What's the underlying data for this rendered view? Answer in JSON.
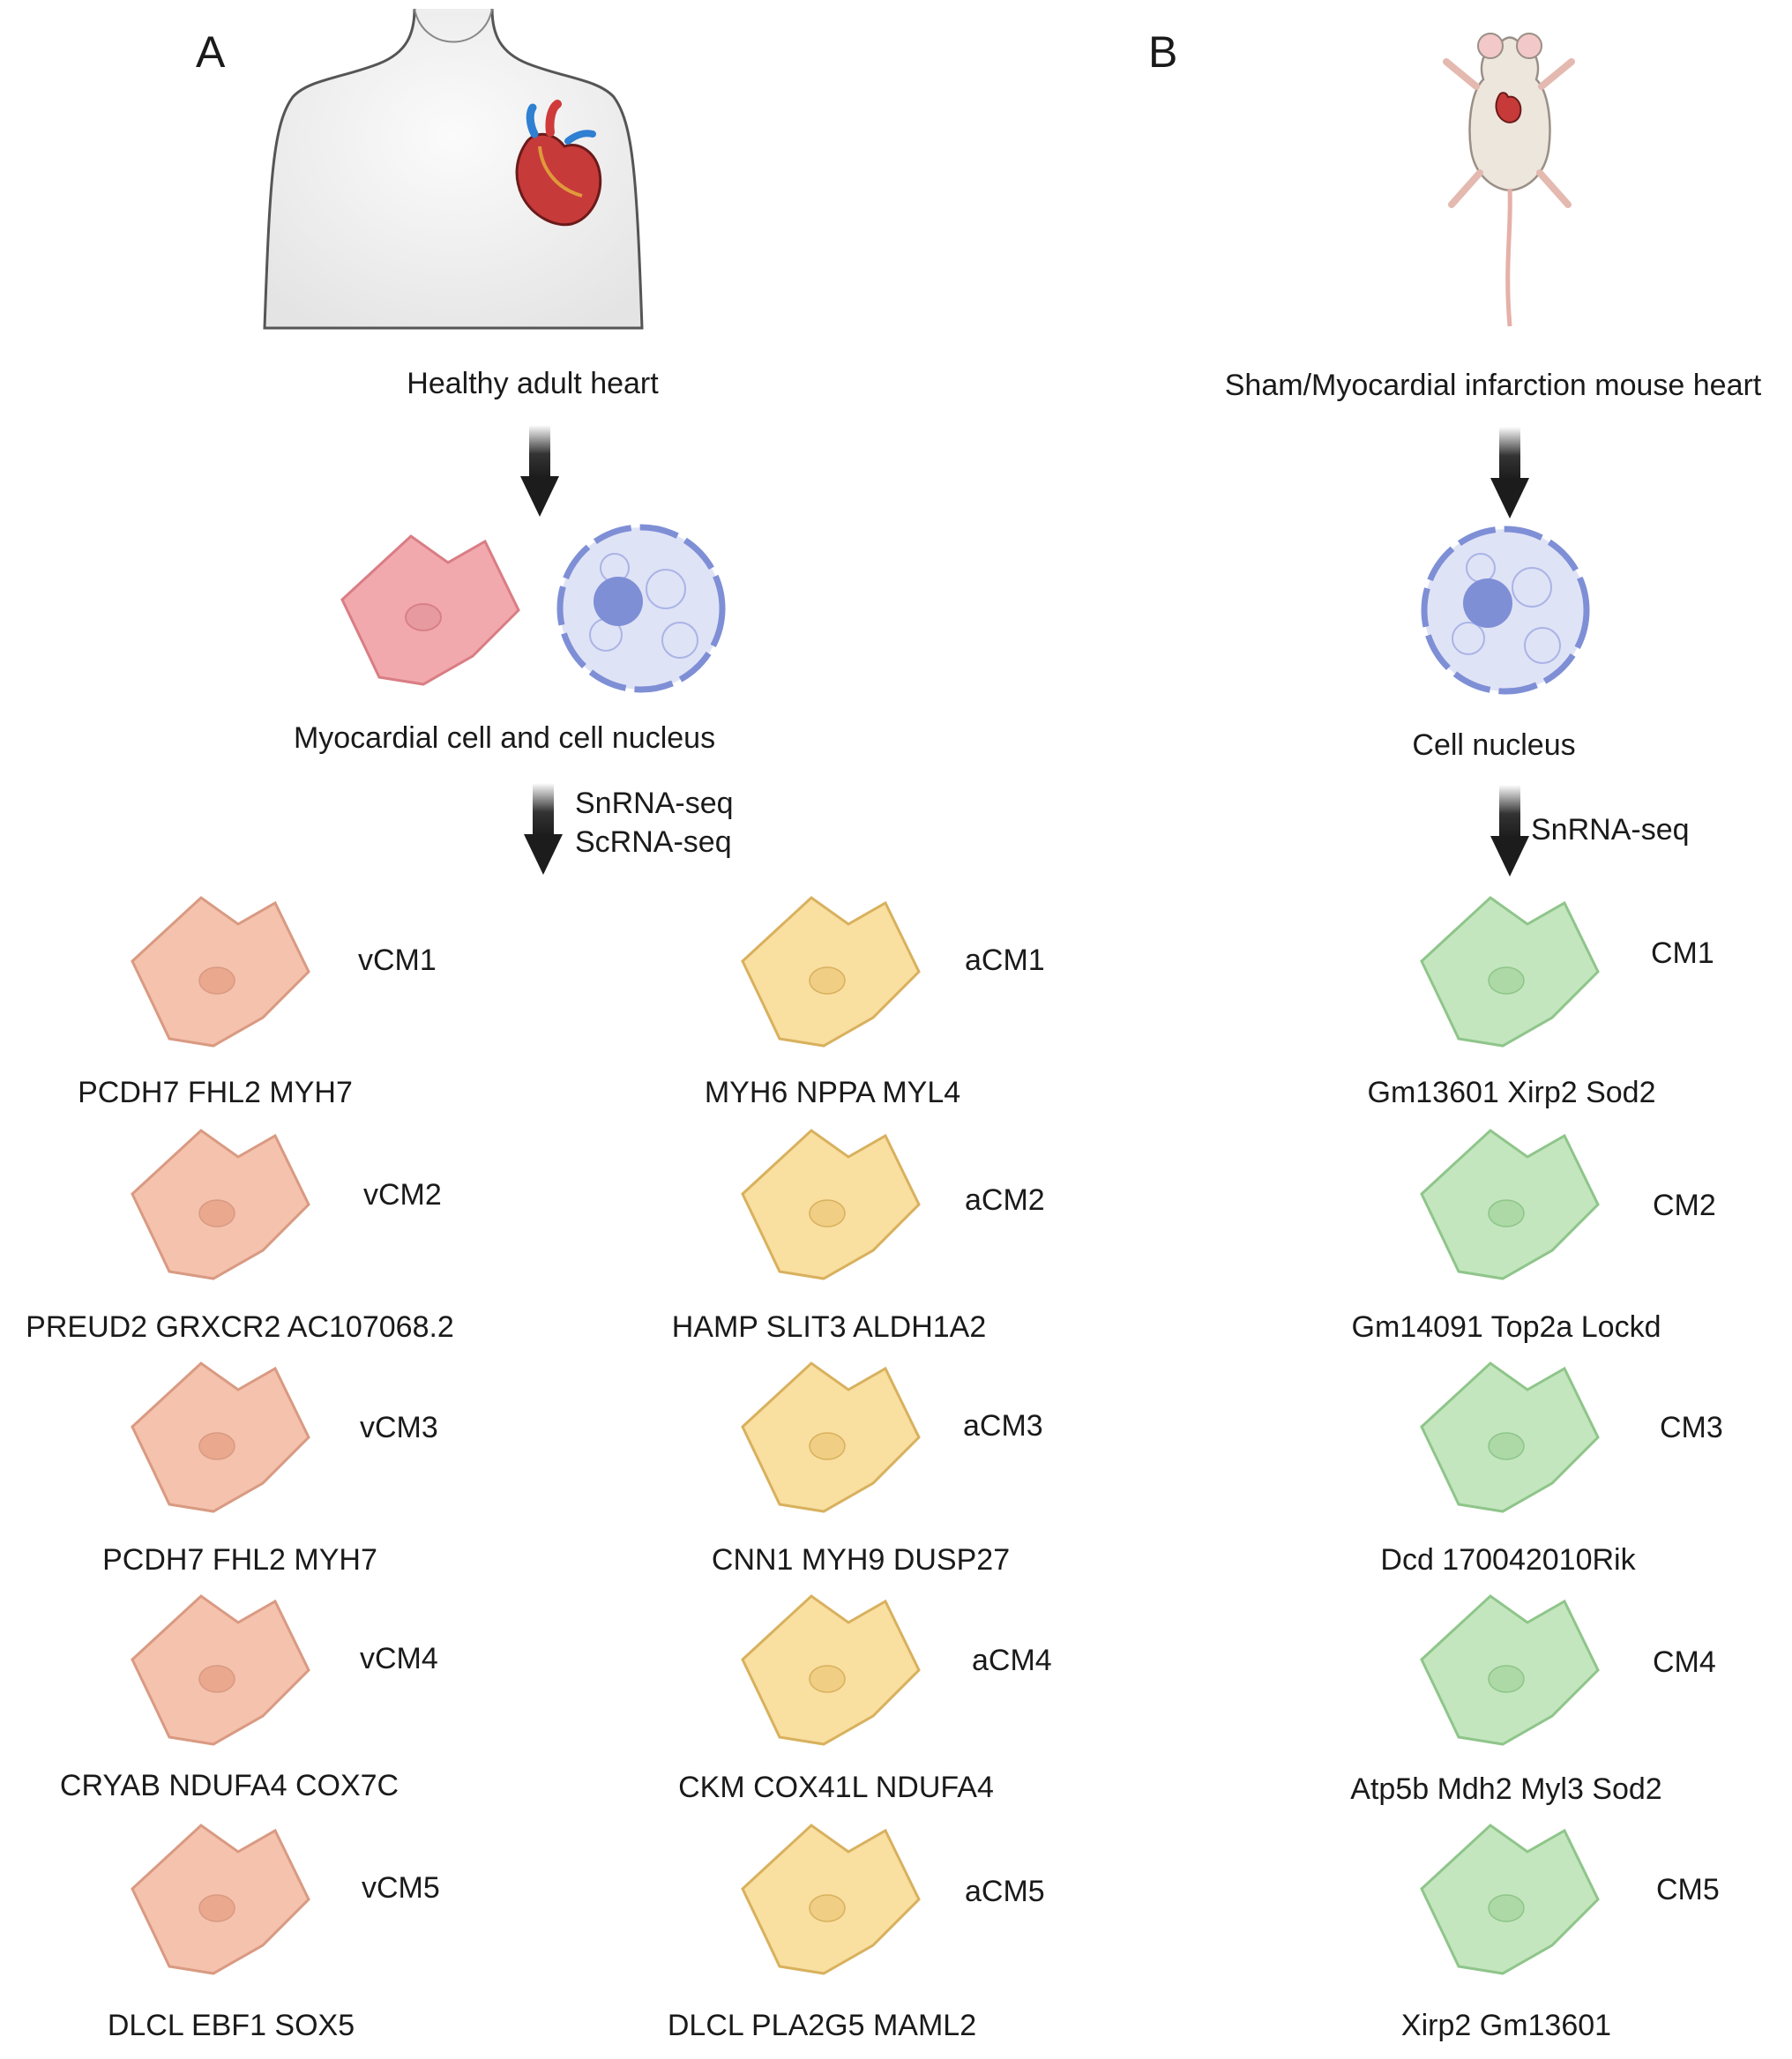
{
  "panels": {
    "a": {
      "letter": "A",
      "subject": "Healthy adult heart",
      "cells": "Myocardial cell and cell nucleus",
      "methods": [
        "SnRNA-seq",
        "ScRNA-seq"
      ],
      "clusters": [
        {
          "id": "vCM1",
          "genes": "PCDH7 FHL2 MYH7"
        },
        {
          "id": "vCM2",
          "genes": "PREUD2 GRXCR2 AC107068.2"
        },
        {
          "id": "vCM3",
          "genes": "PCDH7 FHL2 MYH7"
        },
        {
          "id": "vCM4",
          "genes": "CRYAB NDUFA4 COX7C"
        },
        {
          "id": "vCM5",
          "genes": "DLCL EBF1 SOX5"
        },
        {
          "id": "aCM1",
          "genes": "MYH6 NPPA MYL4"
        },
        {
          "id": "aCM2",
          "genes": "HAMP SLIT3 ALDH1A2"
        },
        {
          "id": "aCM3",
          "genes": "CNN1 MYH9 DUSP27"
        },
        {
          "id": "aCM4",
          "genes": "CKM COX41L NDUFA4"
        },
        {
          "id": "aCM5",
          "genes": "DLCL PLA2G5 MAML2"
        }
      ]
    },
    "b": {
      "letter": "B",
      "subject": "Sham/Myocardial infarction mouse heart",
      "cells": "Cell nucleus",
      "methods": [
        "SnRNA-seq"
      ],
      "clusters": [
        {
          "id": "CM1",
          "genes": "Gm13601 Xirp2 Sod2"
        },
        {
          "id": "CM2",
          "genes": "Gm14091 Top2a Lockd"
        },
        {
          "id": "CM3",
          "genes": "Dcd 170042010Rik"
        },
        {
          "id": "CM4",
          "genes": "Atp5b Mdh2 Myl3 Sod2"
        },
        {
          "id": "CM5",
          "genes": "Xirp2 Gm13601"
        }
      ]
    }
  },
  "colors": {
    "ventricular_cell": "#f4c2ad",
    "atrial_cell": "#f9dfa0",
    "mouse_cell": "#c3e6bf",
    "myocyte": "#f2a9ad",
    "nucleus": "#7f8fd6",
    "arrow": "#1c1c1c"
  }
}
